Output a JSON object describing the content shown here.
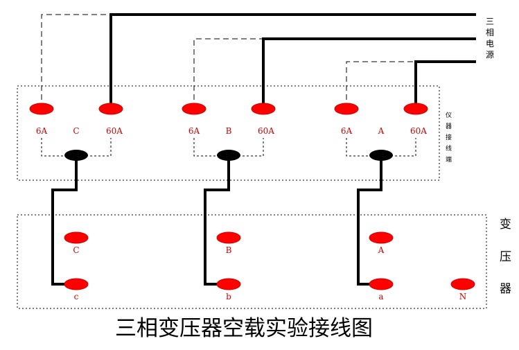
{
  "power_source_label": [
    "三",
    "相",
    "电",
    "源"
  ],
  "instrument_label": [
    "仪",
    "器",
    "接",
    "线",
    "端"
  ],
  "transformer_label": [
    "变",
    "压",
    "器"
  ],
  "instrument_groups": [
    {
      "phase": "C",
      "low_label": "6A",
      "high_label": "60A"
    },
    {
      "phase": "B",
      "low_label": "6A",
      "high_label": "60A"
    },
    {
      "phase": "A",
      "low_label": "6A",
      "high_label": "60A"
    }
  ],
  "transformer_terminals": {
    "upper": [
      "C",
      "B",
      "A"
    ],
    "lower": [
      "c",
      "b",
      "a",
      "N"
    ]
  },
  "title": "三相变压器空载实验接线图",
  "colors": {
    "terminal": "#ff0000",
    "terminal_label": "#cc0000",
    "wire": "#000000"
  }
}
